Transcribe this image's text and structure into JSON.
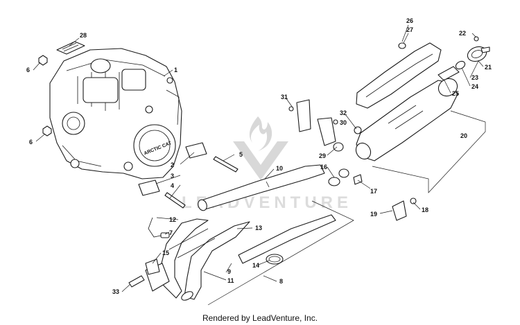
{
  "diagram": {
    "callouts": [
      "1",
      "2",
      "3",
      "4",
      "5",
      "6",
      "7",
      "8",
      "9",
      "10",
      "11",
      "12",
      "13",
      "14",
      "15",
      "16",
      "17",
      "18",
      "19",
      "20",
      "21",
      "22",
      "23",
      "24",
      "25",
      "26",
      "27",
      "28",
      "29",
      "30",
      "31",
      "32",
      "33"
    ],
    "engine_badge": "ARCTIC CAT",
    "watermark": "LEADVENTURE"
  },
  "footer": "Rendered by LeadVenture, Inc.",
  "colors": {
    "line": "#1a1a1a",
    "watermark": "#d8d8d8",
    "background": "#ffffff"
  }
}
